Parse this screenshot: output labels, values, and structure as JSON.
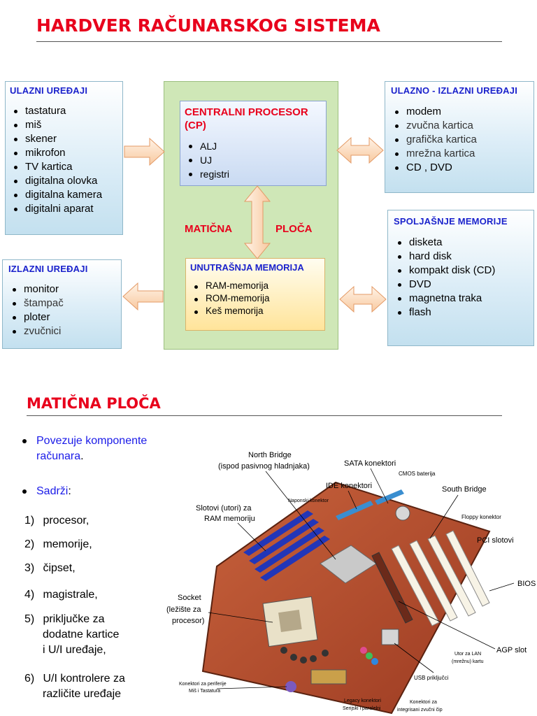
{
  "section1": {
    "title": "HARDVER RAČUNARSKOG SISTEMA"
  },
  "ulazni": {
    "title": "ULAZNI UREĐAJI",
    "items": [
      "tastatura",
      "miš",
      "skener",
      "mikrofon",
      "TV kartica",
      "digitalna olovka",
      "digitalna kamera",
      "digitalni aparat"
    ]
  },
  "izlazni": {
    "title": "IZLAZNI UREĐAJI",
    "items": [
      "monitor",
      "štampač",
      "ploter",
      "zvučnici"
    ]
  },
  "ulazno_izlazni": {
    "title": "ULAZNO - IZLAZNI UREĐAJI",
    "items": [
      "modem",
      "zvučna kartica",
      "grafička kartica",
      "mrežna kartica",
      "CD , DVD"
    ]
  },
  "spoljasnje": {
    "title": "SPOLJAŠNJE MEMORIJE",
    "items": [
      "disketa",
      "hard disk",
      "kompakt disk (CD)",
      "DVD",
      "magnetna traka",
      "flash"
    ]
  },
  "cp": {
    "title": "CENTRALNI PROCESOR (CP)",
    "items": [
      "ALJ",
      "UJ",
      "registri"
    ]
  },
  "maticna": {
    "left": "MATIČNA",
    "right": "PLOČA"
  },
  "um": {
    "title": "UNUTRAŠNJA MEMORIJA",
    "items": [
      "RAM-memorija",
      "ROM-memorija",
      "Keš memorija"
    ]
  },
  "section2": {
    "title": "MATIČNA PLOČA",
    "bullet1_a": "Povezuje komponente računara",
    "bullet1_b": ".",
    "bullet2_a": "Sadrži",
    "bullet2_b": ":",
    "numbered": [
      {
        "n": "1)",
        "lines": [
          "procesor,"
        ]
      },
      {
        "n": "2)",
        "lines": [
          "memorije,"
        ]
      },
      {
        "n": "3)",
        "lines": [
          "čipset,"
        ]
      },
      {
        "n": "4)",
        "lines": [
          "magistrale,"
        ]
      },
      {
        "n": "5)",
        "lines": [
          "priključke za",
          "dodatne kartice",
          "i U/I uređaje,"
        ]
      },
      {
        "n": "6)",
        "lines": [
          "U/I kontrolere za",
          "različite uređaje"
        ]
      }
    ]
  },
  "board_labels": {
    "north_bridge_1": "North Bridge",
    "north_bridge_2": "(ispod pasivnog hladnjaka)",
    "sata": "SATA konektori",
    "cmos": "CMOS baterija",
    "ide": "IDE konektori",
    "south": "South Bridge",
    "napojni": "Naponski konektor",
    "slotovi_1": "Slotovi (utori) za",
    "slotovi_2": "RAM memoriju",
    "floppy": "Floppy konektor",
    "pci": "PCI slotovi",
    "bios": "BIOS",
    "socket_1": "Socket",
    "socket_2": "(ležište za",
    "socket_3": "procesor)",
    "agp": "AGP slot",
    "lan_1": "Utor za LAN",
    "lan_2": "(mrežnu) kartu",
    "usb": "USB priključci",
    "periferije_1": "Konektori za periferije",
    "periferije_2": "Miš i Tastatura",
    "legacy_1": "Legacy konektori",
    "legacy_2": "Serijski i paralelni",
    "zvuk_1": "Konektori za",
    "zvuk_2": "integrisani zvučni čip"
  }
}
